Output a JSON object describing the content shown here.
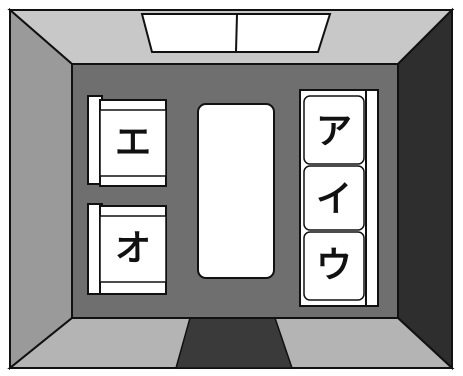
{
  "room": {
    "left_sofa_seats": [
      {
        "label": "エ"
      },
      {
        "label": "オ"
      }
    ],
    "right_sofa_seats": [
      {
        "label": "ア"
      },
      {
        "label": "イ"
      },
      {
        "label": "ウ"
      }
    ]
  },
  "colors": {
    "wall_light": "#c8c8c8",
    "wall_left": "#9a9a9a",
    "wall_right": "#2e2e2e",
    "floor": "#6f6f6f",
    "door_floor": "#3a3a3a",
    "furniture": "#ffffff",
    "outline": "#111111"
  }
}
